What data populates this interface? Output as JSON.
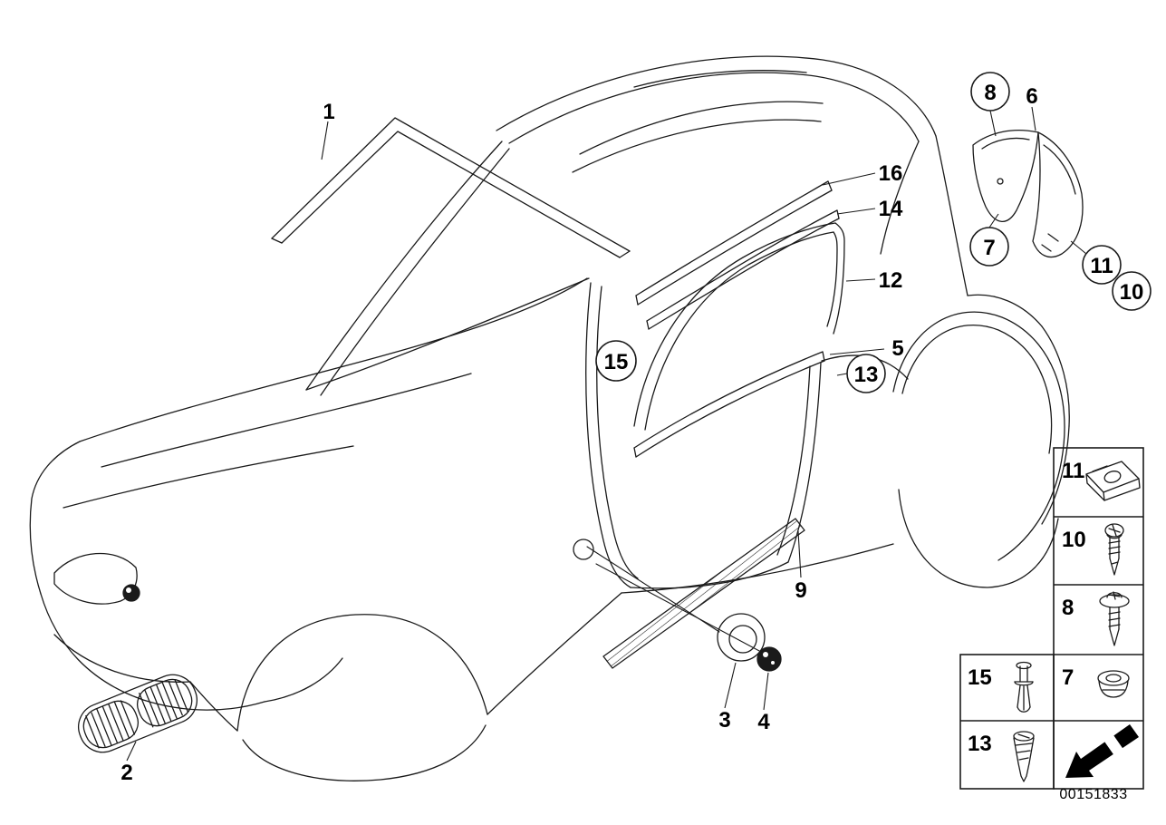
{
  "diagram": {
    "doc_number": "00151833",
    "callouts": {
      "p1": {
        "label": "1",
        "circled": false
      },
      "p2": {
        "label": "2",
        "circled": false
      },
      "p3": {
        "label": "3",
        "circled": false
      },
      "p4": {
        "label": "4",
        "circled": false
      },
      "p5": {
        "label": "5",
        "circled": false
      },
      "p6": {
        "label": "6",
        "circled": false
      },
      "p7": {
        "label": "7",
        "circled": true
      },
      "p8": {
        "label": "8",
        "circled": true
      },
      "p9": {
        "label": "9",
        "circled": false
      },
      "p10": {
        "label": "10",
        "circled": true
      },
      "p11": {
        "label": "11",
        "circled": true
      },
      "p12": {
        "label": "12",
        "circled": false
      },
      "p13": {
        "label": "13",
        "circled": true
      },
      "p14": {
        "label": "14",
        "circled": false
      },
      "p15": {
        "label": "15",
        "circled": true
      },
      "p16": {
        "label": "16",
        "circled": false
      }
    },
    "legend": {
      "cells": [
        {
          "label": "11",
          "icon": "clip-icon"
        },
        {
          "label": "10",
          "icon": "tapping-screw-icon"
        },
        {
          "label": "8",
          "icon": "washer-screw-icon"
        },
        {
          "label": "15",
          "icon": "expanding-rivet-icon"
        },
        {
          "label": "7",
          "icon": "grommet-nut-icon"
        },
        {
          "label": "13",
          "icon": "cone-plug-screw-icon"
        }
      ],
      "arrow_icon": "page-continuation-arrow-icon"
    }
  }
}
